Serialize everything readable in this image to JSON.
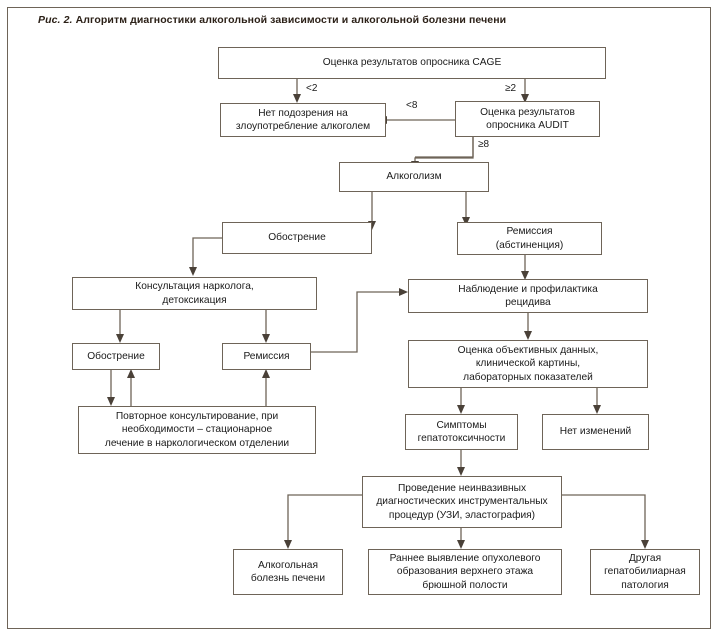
{
  "figure": {
    "label": "Рис. 2.",
    "title": "Алгоритм диагностики алкогольной зависимости и алкогольной болезни печени"
  },
  "colors": {
    "border": "#6e6458",
    "text": "#1a1a1a",
    "title_text": "#2b2017",
    "background": "#ffffff"
  },
  "chart_data": {
    "type": "diagram",
    "diagram_kind": "flowchart",
    "title": "Алгоритм диагностики алкогольной зависимости и алкогольной болезни печени",
    "nodes": [
      {
        "id": "cage",
        "label": "Оценка результатов опросника CAGE"
      },
      {
        "id": "no_suspicion",
        "label": "Нет подозрения на злоупотребление алкоголем"
      },
      {
        "id": "audit",
        "label": "Оценка результатов опросника AUDIT"
      },
      {
        "id": "alcoholism",
        "label": "Алкоголизм"
      },
      {
        "id": "exac_top",
        "label": "Обострение"
      },
      {
        "id": "remission_top",
        "label": "Ремиссия (абстиненция)"
      },
      {
        "id": "consult",
        "label": "Консультация нарколога, детоксикация"
      },
      {
        "id": "observation",
        "label": "Наблюдение и профилактика рецидива"
      },
      {
        "id": "exac_mid",
        "label": "Обострение"
      },
      {
        "id": "remission_mid",
        "label": "Ремиссия"
      },
      {
        "id": "objective",
        "label": "Оценка объективных данных, клинической картины, лабораторных показателей"
      },
      {
        "id": "repeat",
        "label": "Повторное консультирование, при необходимости – стационарное лечение в наркологическом отделении"
      },
      {
        "id": "hepatotox",
        "label": "Симптомы гепатотоксичности"
      },
      {
        "id": "no_changes",
        "label": "Нет изменений"
      },
      {
        "id": "procedures",
        "label": "Проведение неинвазивных диагностических инструментальных процедур (УЗИ, эластография)"
      },
      {
        "id": "ald",
        "label": "Алкогольная болезнь печени"
      },
      {
        "id": "tumor",
        "label": "Раннее выявление опухолевого образования верхнего этажа брюшной полости"
      },
      {
        "id": "other_path",
        "label": "Другая гепатобилиарная патология"
      }
    ],
    "edges": [
      {
        "from": "cage",
        "to": "no_suspicion",
        "label": "<2"
      },
      {
        "from": "cage",
        "to": "audit",
        "label": "≥2"
      },
      {
        "from": "audit",
        "to": "no_suspicion",
        "label": "<8"
      },
      {
        "from": "audit",
        "to": "alcoholism",
        "label": "≥8"
      },
      {
        "from": "alcoholism",
        "to": "exac_top",
        "label": ""
      },
      {
        "from": "alcoholism",
        "to": "remission_top",
        "label": ""
      },
      {
        "from": "exac_top",
        "to": "consult",
        "label": ""
      },
      {
        "from": "remission_top",
        "to": "observation",
        "label": ""
      },
      {
        "from": "consult",
        "to": "exac_mid",
        "label": ""
      },
      {
        "from": "consult",
        "to": "remission_mid",
        "label": ""
      },
      {
        "from": "remission_mid",
        "to": "observation",
        "label": ""
      },
      {
        "from": "exac_mid",
        "to": "repeat",
        "label": ""
      },
      {
        "from": "repeat",
        "to": "exac_mid",
        "label": ""
      },
      {
        "from": "repeat",
        "to": "remission_mid",
        "label": ""
      },
      {
        "from": "observation",
        "to": "objective",
        "label": ""
      },
      {
        "from": "objective",
        "to": "hepatotox",
        "label": ""
      },
      {
        "from": "objective",
        "to": "no_changes",
        "label": ""
      },
      {
        "from": "hepatotox",
        "to": "procedures",
        "label": ""
      },
      {
        "from": "procedures",
        "to": "ald",
        "label": ""
      },
      {
        "from": "procedures",
        "to": "tumor",
        "label": ""
      },
      {
        "from": "procedures",
        "to": "other_path",
        "label": ""
      }
    ],
    "edge_labels": [
      "<2",
      "≥2",
      "<8",
      "≥8"
    ]
  },
  "boxes": {
    "cage": {
      "line1": "Оценка результатов опросника CAGE"
    },
    "no_suspicion": {
      "line1": "Нет подозрения на",
      "line2": "злоупотребление алкоголем"
    },
    "audit": {
      "line1": "Оценка результатов",
      "line2": "опросника AUDIT"
    },
    "alcoholism": {
      "line1": "Алкоголизм"
    },
    "exac_top": {
      "line1": "Обострение"
    },
    "remission_top": {
      "line1": "Ремиссия",
      "line2": "(абстиненция)"
    },
    "consult": {
      "line1": "Консультация нарколога,",
      "line2": "детоксикация"
    },
    "observation": {
      "line1": "Наблюдение и профилактика",
      "line2": "рецидива"
    },
    "exac_mid": {
      "line1": "Обострение"
    },
    "remission_mid": {
      "line1": "Ремиссия"
    },
    "objective": {
      "line1": "Оценка объективных данных,",
      "line2": "клинической картины,",
      "line3": "лабораторных показателей"
    },
    "repeat": {
      "line1": "Повторное консультирование, при",
      "line2": "необходимости – стационарное",
      "line3": "лечение в наркологическом отделении"
    },
    "hepatotox": {
      "line1": "Симптомы",
      "line2": "гепатотоксичности"
    },
    "no_changes": {
      "line1": "Нет изменений"
    },
    "procedures": {
      "line1": "Проведение неинвазивных",
      "line2": "диагностических инструментальных",
      "line3": "процедур (УЗИ, эластография)"
    },
    "ald": {
      "line1": "Алкогольная",
      "line2": "болезнь печени"
    },
    "tumor": {
      "line1": "Раннее выявление опухолевого",
      "line2": "образования верхнего этажа",
      "line3": "брюшной полости"
    },
    "other_path": {
      "line1": "Другая",
      "line2": "гепатобилиарная",
      "line3": "патология"
    }
  },
  "labels": {
    "cage_lt2": "<2",
    "cage_ge2": "≥2",
    "audit_lt8": "<8",
    "audit_ge8": "≥8"
  }
}
